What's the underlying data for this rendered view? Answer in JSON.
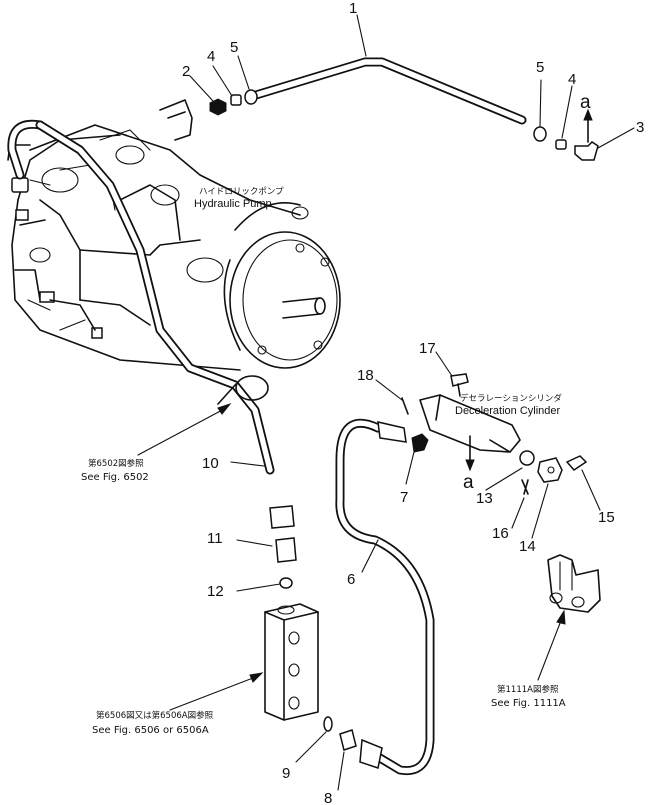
{
  "callouts": {
    "c1": "1",
    "c2": "2",
    "c3": "3",
    "c4a": "4",
    "c4b": "4",
    "c5a": "5",
    "c5b": "5",
    "c6": "6",
    "c7": "7",
    "c8": "8",
    "c9": "9",
    "c10": "10",
    "c11": "11",
    "c12": "12",
    "c13": "13",
    "c14": "14",
    "c15": "15",
    "c16": "16",
    "c17": "17",
    "c18": "18"
  },
  "labels": {
    "hydraulic_pump_jp": "ハイドロリックポンプ",
    "hydraulic_pump_en": "Hydraulic  Pump",
    "decel_cyl_jp": "デセラレーションシリンダ",
    "decel_cyl_en": "Deceleration  Cylinder",
    "connect_top": "a",
    "connect_bottom": "a"
  },
  "references": {
    "ref_6502_jp": "第6502図参照",
    "ref_6502_en": "See Fig. 6502",
    "ref_6506_jp": "第6506図又は第6506A図参照",
    "ref_6506_en": "See Fig. 6506  or  6506A",
    "ref_1111_jp": "第1111A図参照",
    "ref_1111_en": "See Fig. 1111A"
  }
}
